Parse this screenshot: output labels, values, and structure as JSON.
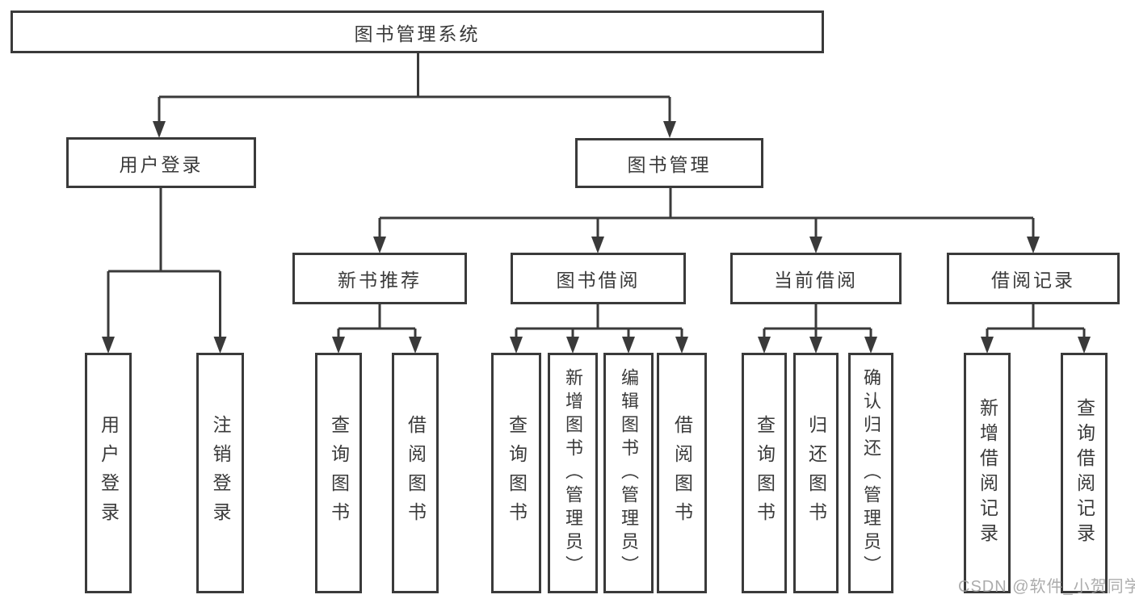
{
  "diagram": {
    "root": "图书管理系统",
    "user_login": {
      "label": "用户登录",
      "children": {
        "login": "用户登录",
        "logout": "注销登录"
      }
    },
    "book_mgmt": {
      "label": "图书管理",
      "children": {
        "new_books": {
          "label": "新书推荐",
          "children": {
            "query": "查询图书",
            "borrow": "借阅图书"
          }
        },
        "borrowing": {
          "label": "图书借阅",
          "children": {
            "query": "查询图书",
            "add": "新增图书（管理员）",
            "edit": "编辑图书（管理员）",
            "borrow": "借阅图书"
          }
        },
        "current": {
          "label": "当前借阅",
          "children": {
            "query": "查询图书",
            "return": "归还图书",
            "confirm": "确认归还（管理员）"
          }
        },
        "records": {
          "label": "借阅记录",
          "children": {
            "add": "新增借阅记录",
            "query": "查询借阅记录"
          }
        }
      }
    }
  },
  "watermark": "CSDN @软件_小贺同学",
  "colors": {
    "line": "#3a3a3a",
    "text": "#3a3a3a",
    "watermark": "#9e9e9e",
    "background": "#ffffff"
  }
}
